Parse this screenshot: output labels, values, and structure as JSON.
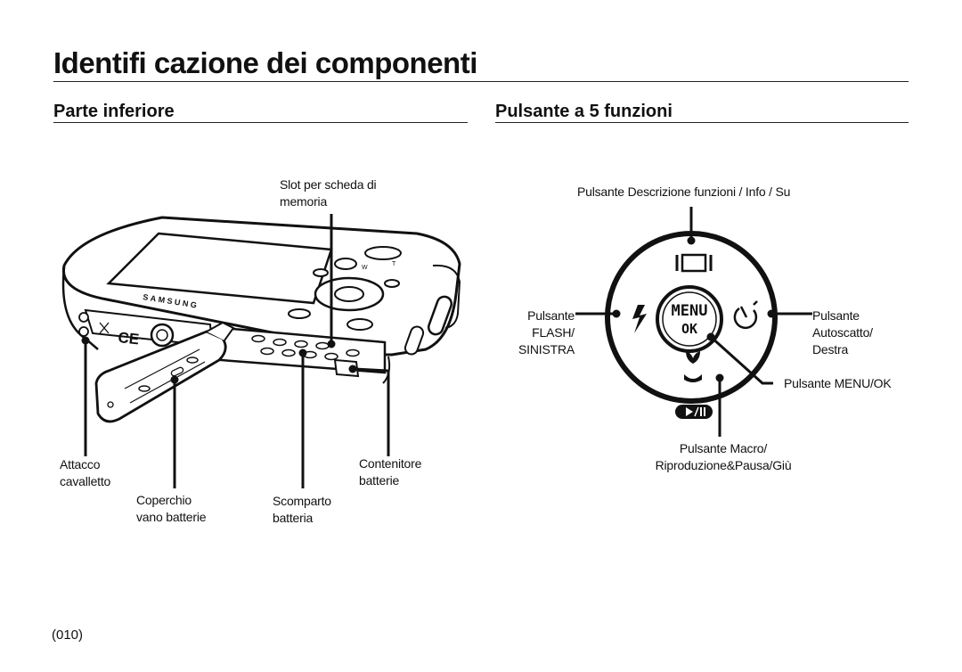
{
  "page": {
    "title": "Identifi cazione dei componenti",
    "page_number": "(010)"
  },
  "left_section": {
    "heading": "Parte inferiore",
    "labels": {
      "memory_slot": [
        "Slot per scheda di",
        "memoria"
      ],
      "tripod_mount": [
        "Attacco",
        "cavalletto"
      ],
      "battery_cover": [
        "Coperchio",
        "vano batterie"
      ],
      "battery_compartment": [
        "Scomparto",
        "batteria"
      ],
      "battery_holder": [
        "Contenitore",
        "batterie"
      ]
    },
    "camera_text": {
      "brand": "SAMSUNG",
      "dial_w": "W",
      "dial_t": "T",
      "ce_mark": "CE"
    }
  },
  "right_section": {
    "heading": "Pulsante a 5 funzioni",
    "labels": {
      "up": "Pulsante Descrizione funzioni / Info / Su",
      "left": [
        "Pulsante",
        "FLASH/",
        "SINISTRA"
      ],
      "right": [
        "Pulsante",
        "Autoscatto/",
        "Destra"
      ],
      "menu_ok": "Pulsante MENU/OK",
      "down": [
        "Pulsante Macro/",
        "Riproduzione&Pausa/Giù"
      ]
    },
    "center_button": {
      "line1": "MENU",
      "line2": "OK"
    }
  }
}
